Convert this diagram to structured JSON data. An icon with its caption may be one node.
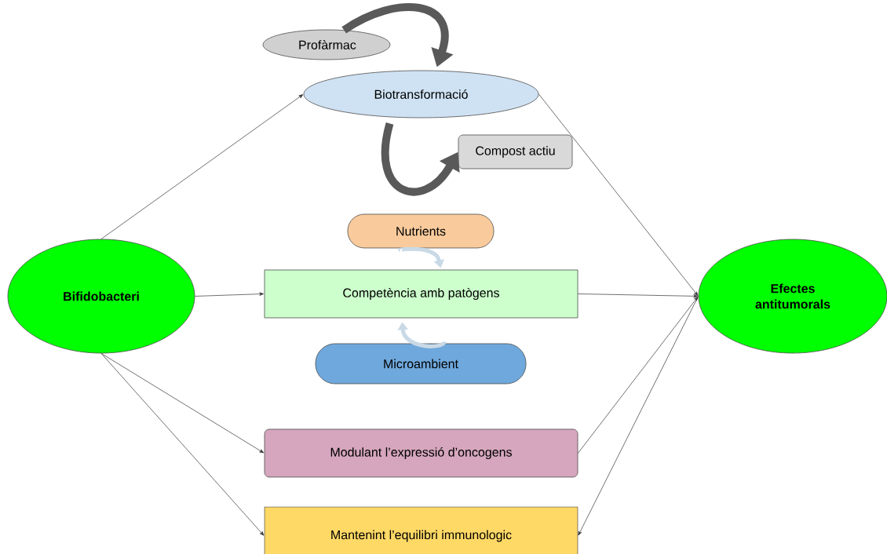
{
  "diagram": {
    "nodes": [
      {
        "text": [
          "Bifidobacteri"
        ]
      },
      {
        "text": [
          "Profàrmac"
        ]
      },
      {
        "text": [
          "Biotransformació"
        ]
      },
      {
        "text": [
          "Compost actiu"
        ]
      },
      {
        "text": [
          "Nutrients"
        ]
      },
      {
        "text": [
          "Competència amb patògens"
        ]
      },
      {
        "text": [
          "Microambient"
        ]
      },
      {
        "text": [
          "Efectes antitumorals"
        ]
      },
      {
        "text": [
          "Modulant l’expressió d’oncogens"
        ]
      },
      {
        "text": [
          "Mantenint l’equilibri immunologic"
        ]
      }
    ],
    "edges": [
      {
        "from": 0,
        "to": 2,
        "arrow": "to"
      },
      {
        "from": 1,
        "to": 2,
        "arrow": "to",
        "style": "thick",
        "color": "#595959"
      },
      {
        "from": 2,
        "to": 3,
        "arrow": "to",
        "style": "thick",
        "color": "#595959"
      },
      {
        "from": 2,
        "to": 7,
        "arrow": "to"
      },
      {
        "from": 4,
        "to": 5,
        "arrow": "to",
        "style": "thick",
        "color": "#c9d9e6"
      },
      {
        "from": 6,
        "to": 5,
        "arrow": "to",
        "style": "thick",
        "color": "#c9d9e6"
      },
      {
        "from": 0,
        "to": 5,
        "arrow": "to"
      },
      {
        "from": 5,
        "to": 7,
        "arrow": "to"
      },
      {
        "from": 0,
        "to": 8,
        "arrow": "to"
      },
      {
        "from": 0,
        "to": 9,
        "arrow": "to"
      },
      {
        "from": 8,
        "to": 7,
        "arrow": "to"
      },
      {
        "from": 7,
        "to": 9,
        "arrow": "to"
      }
    ]
  }
}
